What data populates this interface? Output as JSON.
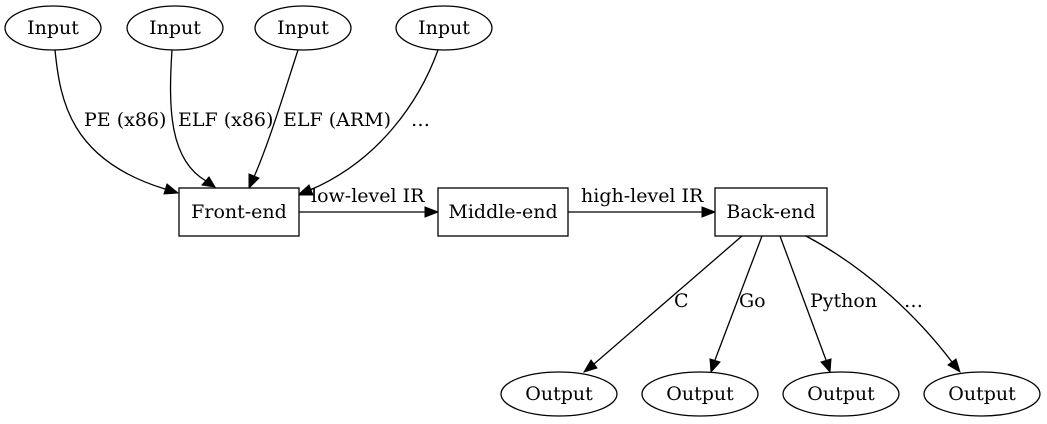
{
  "diagram": {
    "inputs": [
      {
        "label": "Input",
        "edge_label": "PE (x86)"
      },
      {
        "label": "Input",
        "edge_label": "ELF (x86)"
      },
      {
        "label": "Input",
        "edge_label": "ELF (ARM)"
      },
      {
        "label": "Input",
        "edge_label": "…"
      }
    ],
    "stages": [
      {
        "label": "Front-end"
      },
      {
        "label": "Middle-end"
      },
      {
        "label": "Back-end"
      }
    ],
    "stage_edges": [
      {
        "label": "low-level IR"
      },
      {
        "label": "high-level IR"
      }
    ],
    "outputs": [
      {
        "label": "Output",
        "edge_label": "C"
      },
      {
        "label": "Output",
        "edge_label": "Go"
      },
      {
        "label": "Output",
        "edge_label": "Python"
      },
      {
        "label": "Output",
        "edge_label": "…"
      }
    ],
    "colors": {
      "stroke": "#000000",
      "background": "#ffffff"
    }
  }
}
